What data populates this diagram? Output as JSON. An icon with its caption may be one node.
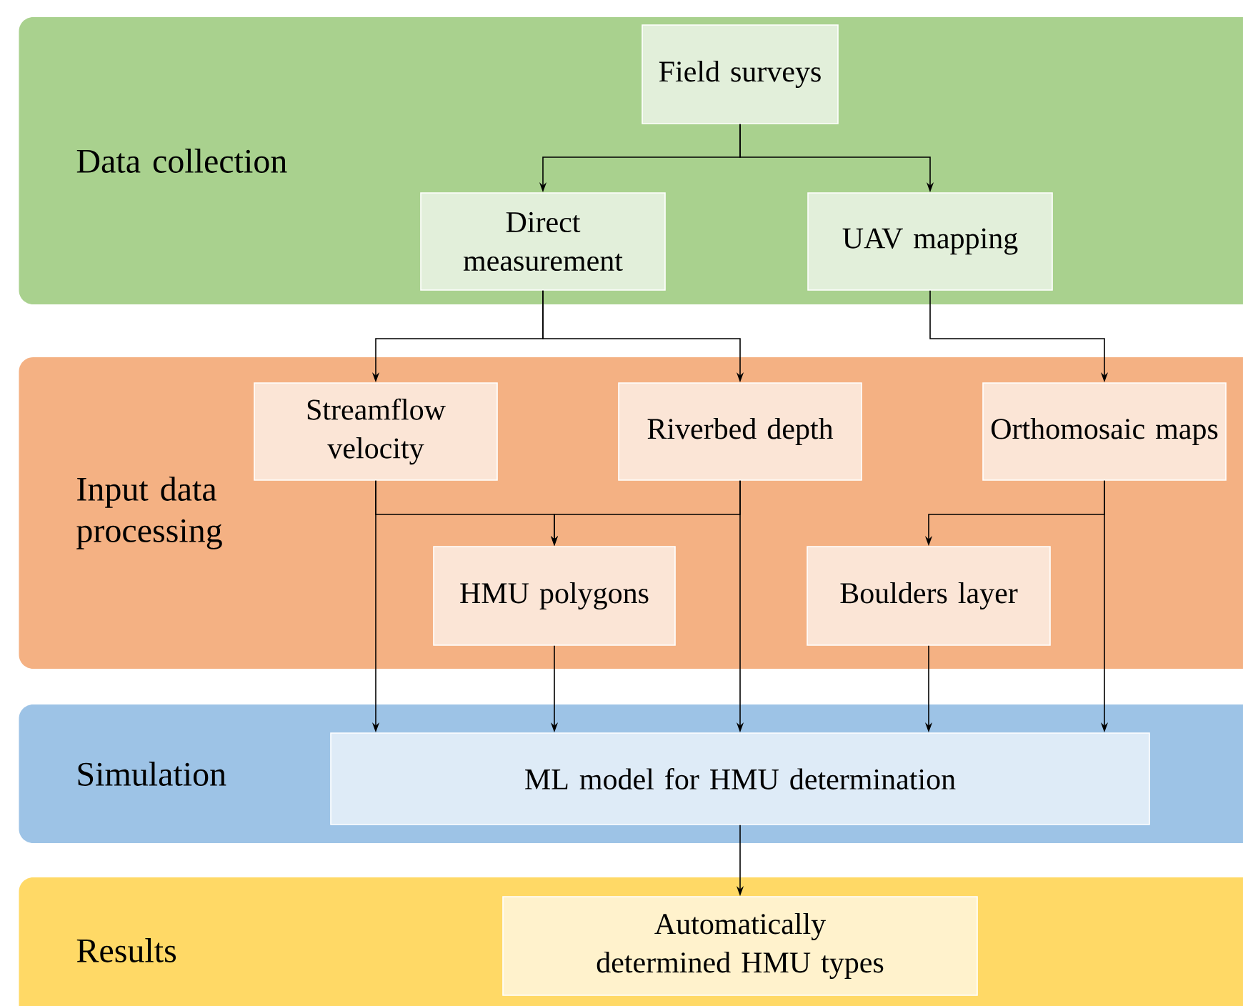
{
  "diagram": {
    "nodes": [
      {
        "text": [
          "Data collection"
        ]
      },
      {
        "text": [
          "Field surveys"
        ],
        "in": 0
      },
      {
        "text": [
          "Direct measurement"
        ],
        "in": 0
      },
      {
        "text": [
          "UAV mapping"
        ],
        "in": 0
      },
      {
        "text": [
          "Input data processing"
        ]
      },
      {
        "text": [
          "Streamflow velocity"
        ],
        "in": 4
      },
      {
        "text": [
          "Riverbed depth"
        ],
        "in": 4
      },
      {
        "text": [
          "Orthomosaic maps"
        ],
        "in": 4
      },
      {
        "text": [
          "HMU polygons"
        ],
        "in": 4
      },
      {
        "text": [
          "Boulders layer"
        ],
        "in": 4
      },
      {
        "text": [
          "Simulation"
        ]
      },
      {
        "text": [
          "ML model for HMU determination"
        ],
        "in": 10
      },
      {
        "text": [
          "Results"
        ]
      },
      {
        "text": [
          "Automatically determined HMU types"
        ],
        "in": 12
      }
    ],
    "edges": [
      {
        "from": 1,
        "to": 2,
        "arrow": "to"
      },
      {
        "from": 1,
        "to": 3,
        "arrow": "to"
      },
      {
        "from": 2,
        "to": 5,
        "arrow": "to"
      },
      {
        "from": 2,
        "to": 6,
        "arrow": "to"
      },
      {
        "from": 3,
        "to": 7,
        "arrow": "to"
      },
      {
        "from": 5,
        "to": 8,
        "arrow": "to"
      },
      {
        "from": 6,
        "to": 8,
        "arrow": "to"
      },
      {
        "from": 7,
        "to": 9,
        "arrow": "to"
      },
      {
        "from": 5,
        "to": 11,
        "arrow": "to"
      },
      {
        "from": 8,
        "to": 11,
        "arrow": "to"
      },
      {
        "from": 6,
        "to": 11,
        "arrow": "to"
      },
      {
        "from": 9,
        "to": 11,
        "arrow": "to"
      },
      {
        "from": 7,
        "to": 11,
        "arrow": "to"
      },
      {
        "from": 11,
        "to": 13,
        "arrow": "to"
      }
    ]
  }
}
